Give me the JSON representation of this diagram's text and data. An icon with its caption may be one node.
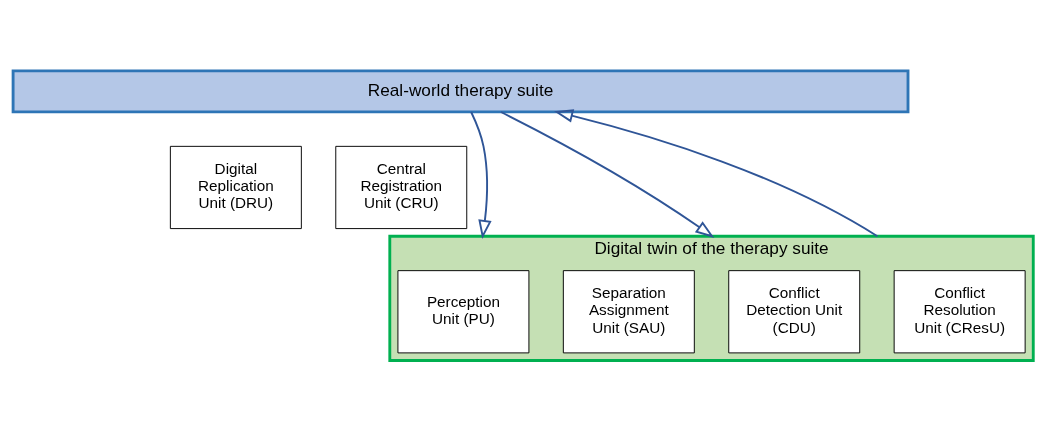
{
  "diagram": {
    "nodes": [
      {
        "text": [
          "Real-world therapy suite"
        ]
      },
      {
        "text": [
          "Digital Replication Unit (DRU)"
        ]
      },
      {
        "text": [
          "Central Registration Unit (CRU)"
        ]
      },
      {
        "text": [
          "Digital twin of the therapy suite"
        ]
      },
      {
        "text": [
          "Perception Unit (PU)"
        ],
        "in": 3
      },
      {
        "text": [
          "Separation Assignment Unit (SAU)"
        ],
        "in": 3
      },
      {
        "text": [
          "Conflict Detection Unit (CDU)"
        ],
        "in": 3
      },
      {
        "text": [
          "Conflict Resolution Unit (CResU)"
        ],
        "in": 3
      }
    ],
    "edges": [
      {
        "from": 0,
        "to": 3,
        "arrow": "to"
      },
      {
        "from": 0,
        "to": 3,
        "arrow": "to"
      },
      {
        "from": 3,
        "to": 0,
        "arrow": "to"
      }
    ]
  }
}
